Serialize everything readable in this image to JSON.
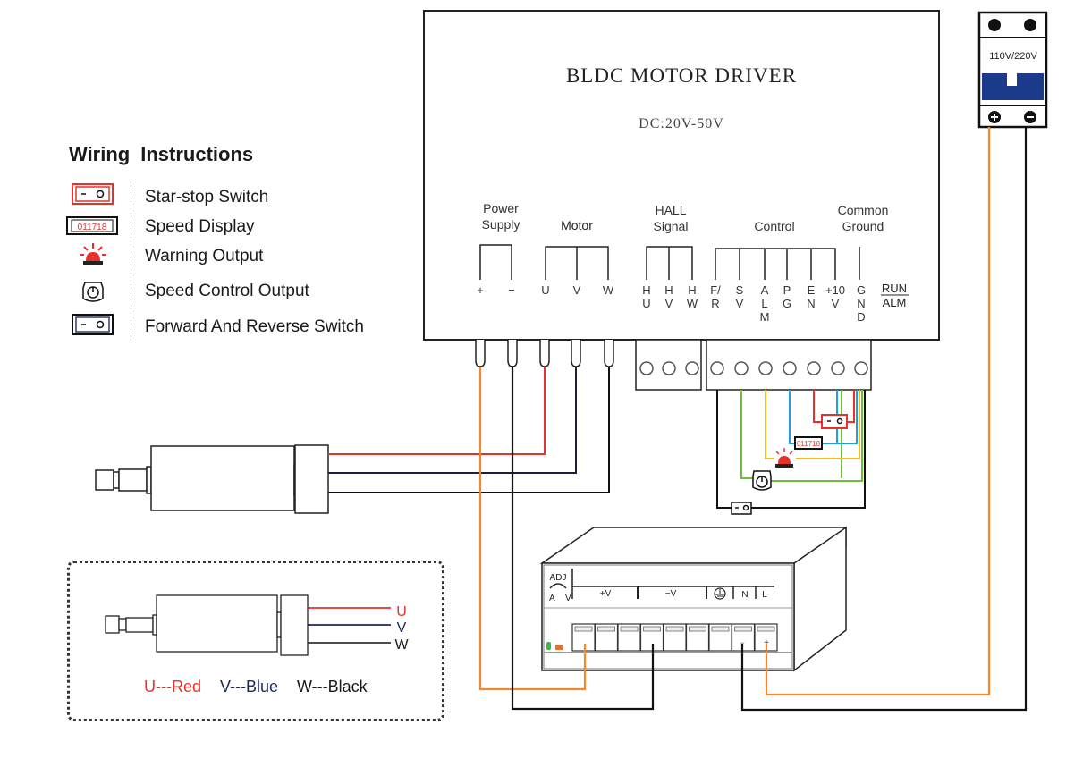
{
  "legend": {
    "title_word1": "Wiring",
    "title_word2": "Instructions",
    "items": [
      {
        "icon": "start-stop-switch-icon",
        "label": "Star-stop Switch"
      },
      {
        "icon": "speed-display-icon",
        "label": "Speed Display",
        "display_value": "011718"
      },
      {
        "icon": "warning-light-icon",
        "label": "Warning Output"
      },
      {
        "icon": "speed-knob-icon",
        "label": "Speed Control Output"
      },
      {
        "icon": "direction-switch-icon",
        "label": "Forward And Reverse Switch"
      }
    ]
  },
  "driver": {
    "title": "BLDC MOTOR DRIVER",
    "voltage": "DC:20V-50V",
    "groups": {
      "power": [
        "Power",
        "Supply"
      ],
      "motor": "Motor",
      "hall": [
        "HALL",
        "Signal"
      ],
      "control": "Control",
      "ground": [
        "Common",
        "Ground"
      ]
    },
    "pins": {
      "power": [
        "+",
        "−"
      ],
      "motor": [
        "U",
        "V",
        "W"
      ],
      "hall": [
        "H\nU",
        "H\nV",
        "H\nW"
      ],
      "control": [
        "F/\nR",
        "S\nV",
        "A\nL\nM",
        "P\nG",
        "E\nN",
        "+10\nV"
      ],
      "ground": [
        "G\nN\nD"
      ]
    },
    "status_top": "RUN",
    "status_bottom": "ALM"
  },
  "breaker": {
    "label": "110V/220V",
    "terminal_plus": "+",
    "terminal_minus": "−"
  },
  "psu": {
    "adj": "ADJ",
    "adj_a": "A",
    "adj_v": "V",
    "labels": [
      "+V",
      "−V",
      "N",
      "L"
    ],
    "terminal_minus": "−",
    "terminal_plus": "+"
  },
  "motor_legend": {
    "wire_labels": [
      "U",
      "V",
      "W"
    ],
    "color_key": [
      {
        "text": "U---Red",
        "color": "#e8312a"
      },
      {
        "text": "V---Blue",
        "color": "#1b2a5c"
      },
      {
        "text": "W---Black",
        "color": "#1a1a1a"
      }
    ]
  },
  "colors": {
    "orange": "#f5882a",
    "red": "#e8312a",
    "black": "#111111",
    "blue": "#1e9fe0",
    "green": "#6cbf3a",
    "yellow": "#f4bb1e",
    "breaker_blue": "#1c3a8c"
  }
}
